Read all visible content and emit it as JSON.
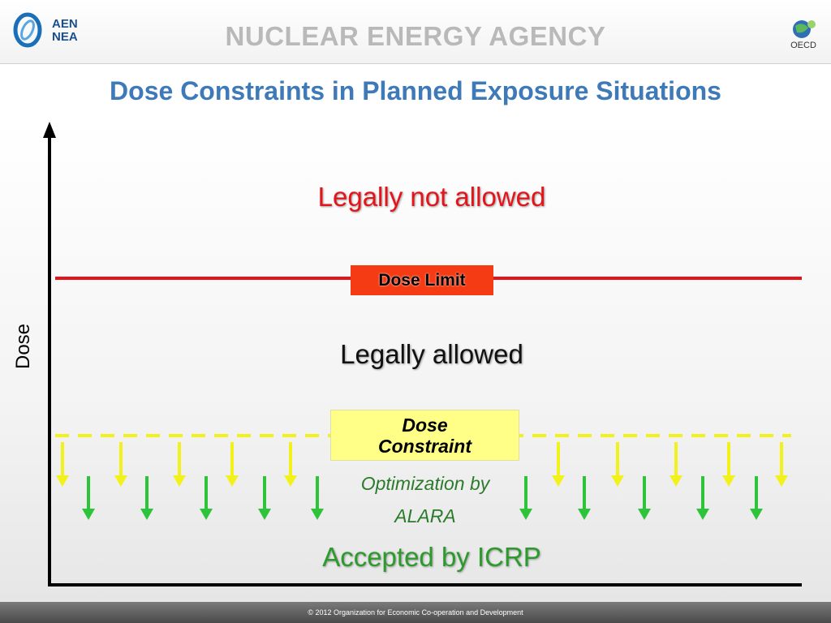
{
  "header": {
    "logo_text_line1": "AEN",
    "logo_text_line2": "NEA",
    "agency_name": "NUCLEAR ENERGY AGENCY",
    "oecd_label": "OECD"
  },
  "slide": {
    "title": "Dose Constraints in Planned Exposure Situations"
  },
  "diagram": {
    "axis_label": "Dose",
    "zone_top": "Legally not allowed",
    "dose_limit_label": "Dose Limit",
    "zone_middle": "Legally allowed",
    "dose_constraint_label_line1": "Dose",
    "dose_constraint_label_line2": "Constraint",
    "optimization_line1": "Optimization by",
    "optimization_line2": "ALARA",
    "zone_bottom": "Accepted by ICRP",
    "colors": {
      "limit_line": "#e5141a",
      "limit_box": "#f53b14",
      "constraint_line": "#f2f21a",
      "constraint_box": "#ffff88",
      "yellow_arrow": "#f2f21a",
      "green_arrow": "#2ec43a",
      "title": "#3e79b8"
    }
  },
  "footer": {
    "copyright": "© 2012 Organization for Economic Co-operation and Development"
  }
}
